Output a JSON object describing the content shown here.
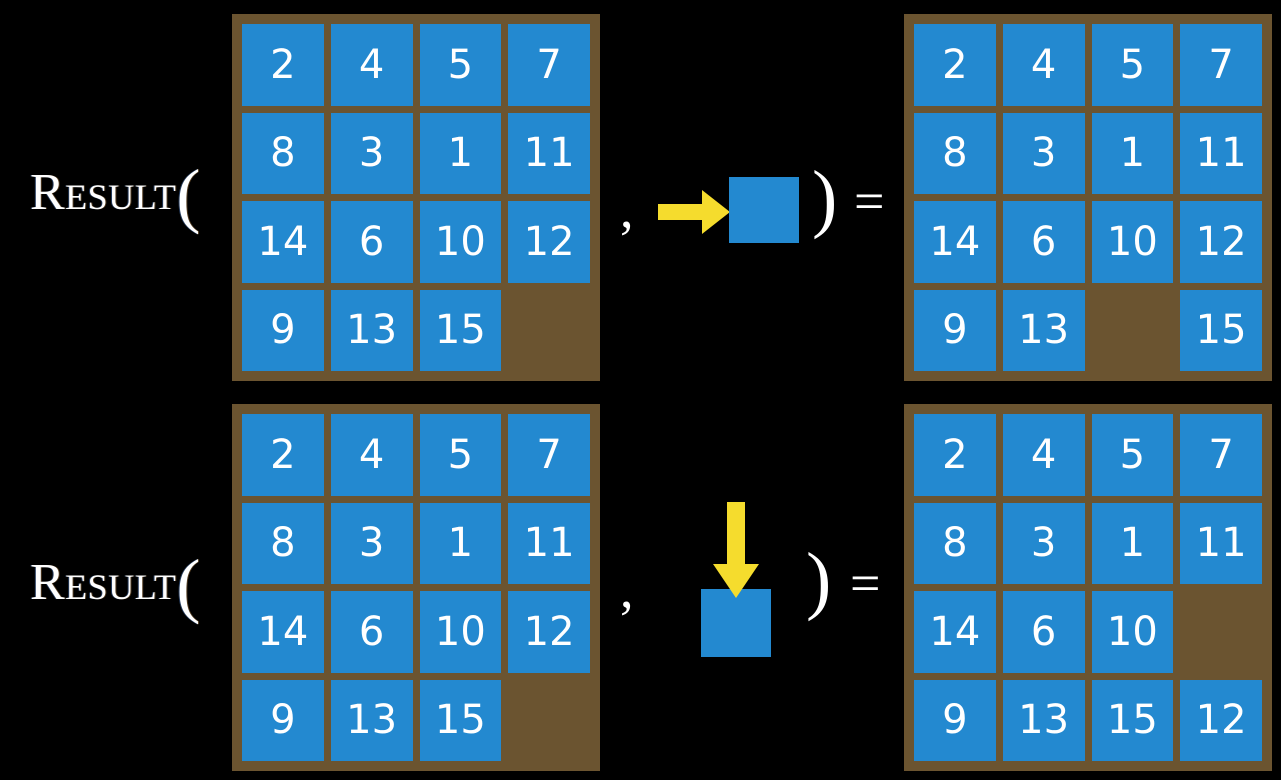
{
  "figure": {
    "background_color": "#000000",
    "tile_color": "#2389d0",
    "board_color": "#6b5430",
    "arrow_color": "#f5dc2d",
    "text_color": "#ffffff"
  },
  "equations": [
    {
      "id": "equation-right-move",
      "label": "Result",
      "open_paren": "(",
      "comma": ",",
      "close_paren": ")",
      "equals": "=",
      "action": {
        "name": "move-right",
        "icon": "arrow-right-icon",
        "direction": "right"
      },
      "input_board": {
        "name": "input-board-top",
        "rows": [
          [
            "2",
            "4",
            "5",
            "7"
          ],
          [
            "8",
            "3",
            "1",
            "11"
          ],
          [
            "14",
            "6",
            "10",
            "12"
          ],
          [
            "9",
            "13",
            "15",
            ""
          ]
        ]
      },
      "output_board": {
        "name": "output-board-top",
        "rows": [
          [
            "2",
            "4",
            "5",
            "7"
          ],
          [
            "8",
            "3",
            "1",
            "11"
          ],
          [
            "14",
            "6",
            "10",
            "12"
          ],
          [
            "9",
            "13",
            "",
            "15"
          ]
        ]
      }
    },
    {
      "id": "equation-down-move",
      "label": "Result",
      "open_paren": "(",
      "comma": ",",
      "close_paren": ")",
      "equals": "=",
      "action": {
        "name": "move-down",
        "icon": "arrow-down-icon",
        "direction": "down"
      },
      "input_board": {
        "name": "input-board-bottom",
        "rows": [
          [
            "2",
            "4",
            "5",
            "7"
          ],
          [
            "8",
            "3",
            "1",
            "11"
          ],
          [
            "14",
            "6",
            "10",
            "12"
          ],
          [
            "9",
            "13",
            "15",
            ""
          ]
        ]
      },
      "output_board": {
        "name": "output-board-bottom",
        "rows": [
          [
            "2",
            "4",
            "5",
            "7"
          ],
          [
            "8",
            "3",
            "1",
            "11"
          ],
          [
            "14",
            "6",
            "10",
            ""
          ],
          [
            "9",
            "13",
            "15",
            "12"
          ]
        ]
      }
    }
  ]
}
